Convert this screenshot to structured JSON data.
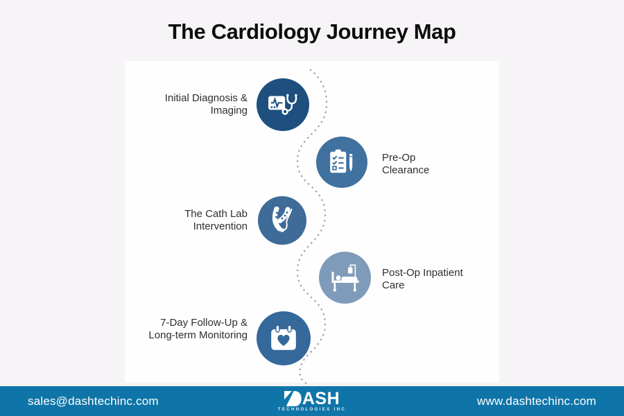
{
  "title": "The Cardiology Journey Map",
  "path_color": "#a0a0a0",
  "steps": [
    {
      "label": "Initial Diagnosis & Imaging",
      "icon": "ekg-monitor-stethoscope-icon",
      "circle_color": "#1e4f7f",
      "side": "left"
    },
    {
      "label": "Pre-Op Clearance",
      "icon": "clipboard-checklist-icon",
      "circle_color": "#40719f",
      "side": "right"
    },
    {
      "label": "The Cath Lab Intervention",
      "icon": "artery-catheter-icon",
      "circle_color": "#3e6b97",
      "side": "left"
    },
    {
      "label": "Post-Op Inpatient Care",
      "icon": "hospital-bed-icon",
      "circle_color": "#7f9bba",
      "side": "right"
    },
    {
      "label": "7-Day Follow-Up & Long-term Monitoring",
      "icon": "calendar-heart-icon",
      "circle_color": "#35689b",
      "side": "left"
    }
  ],
  "footer": {
    "bar_color": "#0f75a8",
    "email": "sales@dashtechinc.com",
    "website": "www.dashtechinc.com",
    "logo": {
      "name": "DASH",
      "rest": "ASH",
      "subtitle": "TECHNOLOGIES INC"
    }
  }
}
